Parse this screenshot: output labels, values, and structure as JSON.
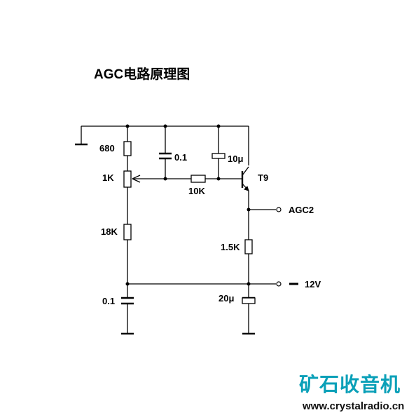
{
  "title": "AGC电路原理图",
  "components": {
    "r680": "680",
    "pot1k": "1K",
    "r18k": "18K",
    "c_bottom": "0.1",
    "c_top": "0.1",
    "c10u": "10μ",
    "r10k": "10K",
    "transistor": "T9",
    "r1k5": "1.5K",
    "c20u": "20μ"
  },
  "terminals": {
    "agc2": "AGC2",
    "supply": "12V"
  },
  "watermark": {
    "brand": "矿石收音机",
    "url": "www.crystalradio.cn"
  }
}
